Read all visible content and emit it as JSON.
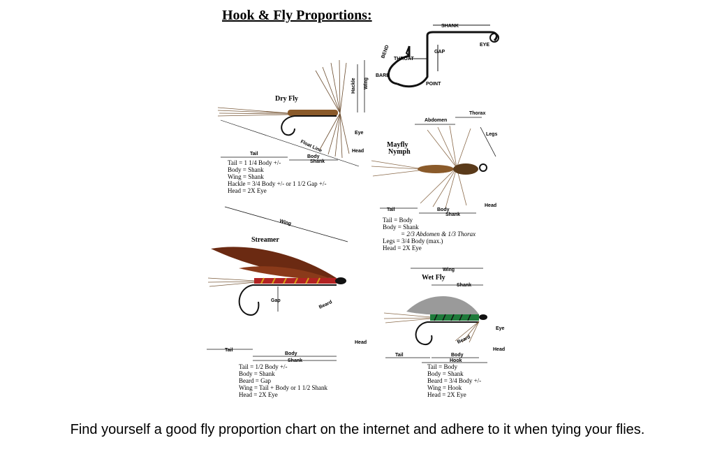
{
  "title": "Hook & Fly Proportions:",
  "hook": {
    "shank": "SHANK",
    "eye": "EYE",
    "bend": "BEND",
    "gap": "GAP",
    "throat": "THROAT",
    "barb": "BARB",
    "point": "POINT"
  },
  "dry_fly": {
    "name": "Dry Fly",
    "hackle": "Hackle",
    "wing": "Wing",
    "eye": "Eye",
    "head": "Head",
    "floss_line": "Float Line",
    "tail": "Tail",
    "body": "Body",
    "shank": "Shank",
    "specs": [
      "Tail = 1 1/4 Body +/-",
      "Body = Shank",
      "Wing = Shank",
      "Hackle = 3/4 Body +/- or 1 1/2 Gap +/-",
      "Head = 2X Eye"
    ]
  },
  "mayfly_nymph": {
    "name_line1": "Mayfly",
    "name_line2": "Nymph",
    "thorax": "Thorax",
    "abdomen": "Abdomen",
    "legs": "Legs",
    "tail": "Tail",
    "body": "Body",
    "shank": "Shank",
    "head": "Head",
    "specs": [
      "Tail = Body",
      "Body = Shank",
      "= 2/3 Abdomen & 1/3 Thorax",
      "Legs = 3/4 Body (max.)",
      "Head = 2X Eye"
    ]
  },
  "streamer": {
    "name": "Streamer",
    "wing": "Wing",
    "gap": "Gap",
    "beard": "Beard",
    "head": "Head",
    "tail": "Tail",
    "body": "Body",
    "shank": "Shank",
    "specs": [
      "Tail = 1/2 Body +/-",
      "Body = Shank",
      "Beard = Gap",
      "Wing = Tail + Body or 1 1/2 Shank",
      "Head = 2X Eye"
    ]
  },
  "wet_fly": {
    "name": "Wet Fly",
    "wing": "Wing",
    "shank": "Shank",
    "eye": "Eye",
    "head": "Head",
    "beard": "Beard",
    "body": "Body",
    "hook": "Hook",
    "tail": "Tail",
    "specs": [
      "Tail = Body",
      "Body = Shank",
      "Beard = 3/4 Body +/-",
      "Wing = Hook",
      "Head = 2X Eye"
    ]
  },
  "caption": "Find yourself a good fly proportion chart on the internet and adhere to it when tying your flies.",
  "colors": {
    "hackle_brown": "#7a5a3a",
    "body_brown": "#8a5a2a",
    "streamer_wing": "#6b2a12",
    "streamer_body": "#b22222",
    "wet_body": "#1e7a3a",
    "wet_wing": "#9a9a9a"
  }
}
